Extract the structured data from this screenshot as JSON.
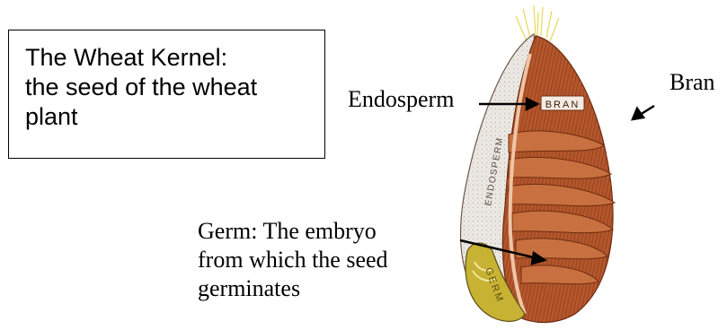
{
  "title_box": {
    "lines": [
      "The Wheat Kernel:",
      "the seed of the wheat",
      "plant"
    ]
  },
  "labels": {
    "endosperm": "Endosperm",
    "bran": "Bran",
    "germ": [
      "Germ: The embryo",
      "from which the seed",
      "germinates"
    ]
  },
  "illustration_text": {
    "bran": "BRAN",
    "endosperm": "ENDOSPERM",
    "germ": "GERM"
  },
  "colors": {
    "bran_fill": "#b5582d",
    "bran_dark": "#8a3a1a",
    "bran_light": "#d9895e",
    "endosperm_fill": "#e9e6e1",
    "germ_fill": "#c9b33a",
    "brush_hair": "#f3e36a"
  }
}
